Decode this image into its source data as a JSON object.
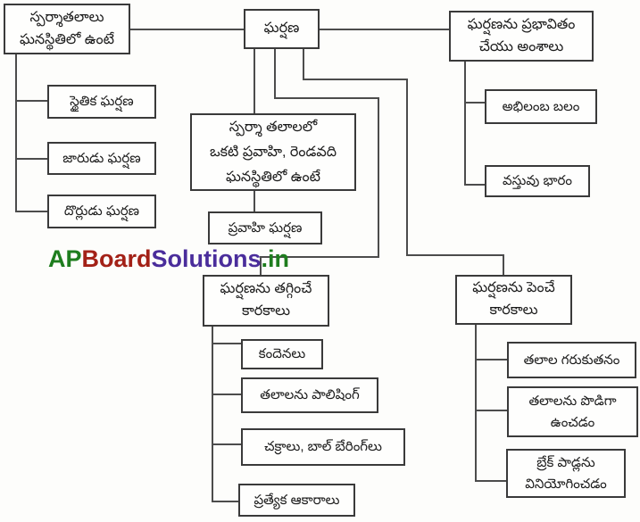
{
  "diagram_title": "ఘర్షణ",
  "watermark": {
    "segments": [
      {
        "text": "AP",
        "color": "#1e7d1e"
      },
      {
        "text": "Board",
        "color": "#a32117"
      },
      {
        "text": "Solutions",
        "color": "#4a2d9b"
      },
      {
        "text": ".in",
        "color": "#1e7d1e"
      }
    ]
  },
  "nodes": {
    "friction": {
      "lines": [
        "ఘర్షణ"
      ]
    },
    "contact_solid": {
      "lines": [
        "స్పర్శాతలాలు",
        "ఘనస్థితిలో ఉంటే"
      ]
    },
    "affecting": {
      "lines": [
        "ఘర్షణను ప్రభావితం",
        "చేయు అంశాలు"
      ]
    },
    "static": {
      "lines": [
        "స్థైతిక ఘర్షణ"
      ]
    },
    "sliding": {
      "lines": [
        "జారుడు ఘర్షణ"
      ]
    },
    "rolling": {
      "lines": [
        "దొర్లుడు ఘర్షణ"
      ]
    },
    "fluid_cond": {
      "lines": [
        "స్పర్శా తలాలలో",
        "ఒకటి ప్రవాహి, రెండవది",
        "ఘనస్థితిలో ఉంటే"
      ]
    },
    "fluid": {
      "lines": [
        "ప్రవాహి ఘర్షణ"
      ]
    },
    "normal_force": {
      "lines": [
        "అభిలంబ బలం"
      ]
    },
    "weight": {
      "lines": [
        "వస్తువు భారం"
      ]
    },
    "reduce": {
      "lines": [
        "ఘర్షణను తగ్గించే",
        "కారకాలు"
      ]
    },
    "increase": {
      "lines": [
        "ఘర్షణను పెంచే",
        "కారకాలు"
      ]
    },
    "lubricants": {
      "lines": [
        "కందెనలు"
      ]
    },
    "polishing": {
      "lines": [
        "తలాలను పాలిషింగ్"
      ]
    },
    "wheels": {
      "lines": [
        "చక్రాలు, బాల్ బేరింగ్‌లు"
      ]
    },
    "shapes": {
      "lines": [
        "ప్రత్యేక ఆకారాలు"
      ]
    },
    "roughness": {
      "lines": [
        "తలాల గరుకుతనం"
      ]
    },
    "dry": {
      "lines": [
        "తలాలను పొడిగా",
        "ఉంచడం"
      ]
    },
    "brake": {
      "lines": [
        "బ్రేక్ పాడ్లను",
        "వినియోగించడం"
      ]
    }
  }
}
